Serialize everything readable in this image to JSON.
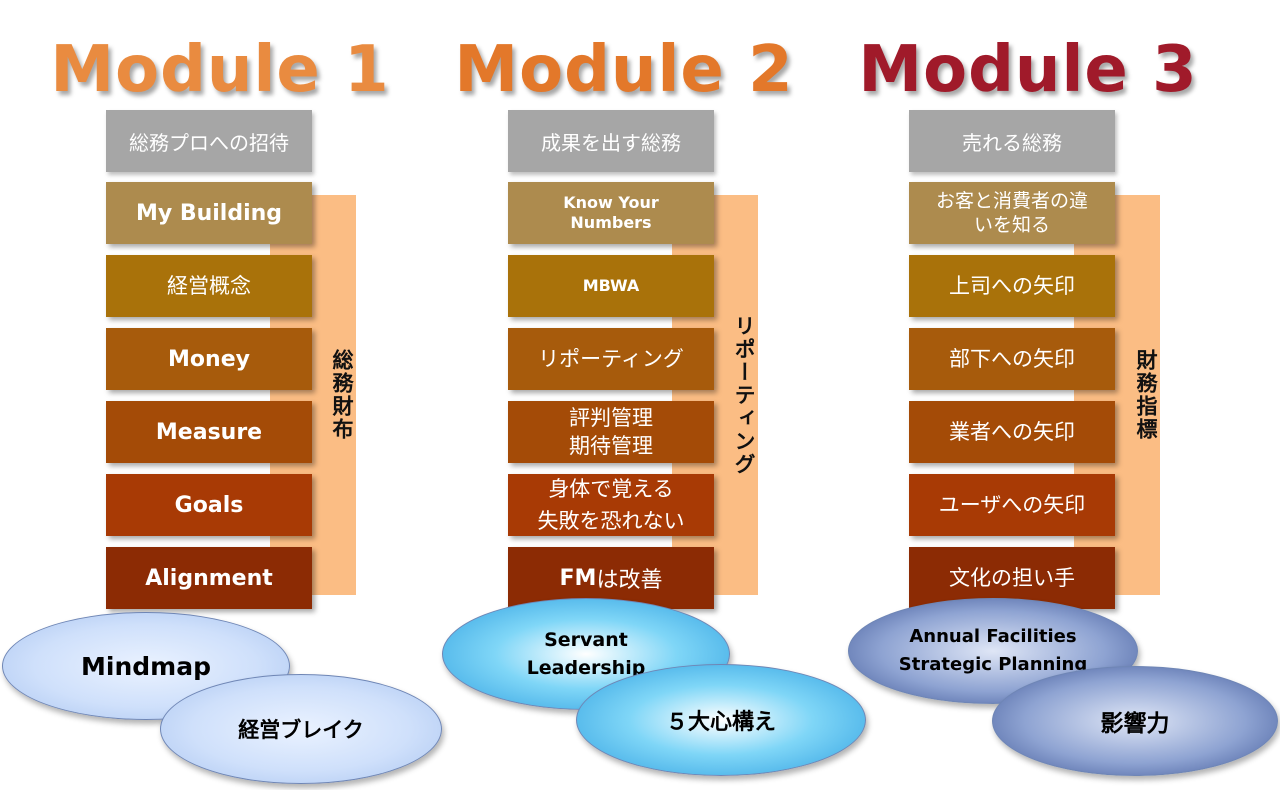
{
  "modules": [
    {
      "title": "Module 1",
      "title_color": "#e98b40",
      "header": "総務プロへの招待",
      "bracket_label": "総務財布",
      "items": [
        {
          "text": "My Building",
          "color": "#ad8b4e"
        },
        {
          "text": "経営概念",
          "color": "#a9720a"
        },
        {
          "text": "Money",
          "color": "#a75b0c"
        },
        {
          "text": "Measure",
          "color": "#a44b07"
        },
        {
          "text": "Goals",
          "color": "#a83a05"
        },
        {
          "text": "Alignment",
          "color": "#8c2b04"
        }
      ],
      "ellipses": [
        "Mindmap",
        "経営ブレイク"
      ]
    },
    {
      "title": "Module 2",
      "title_color": "#e3782a",
      "header": "成果を出す総務",
      "bracket_label": "リポーティング",
      "items": [
        {
          "text": "Know Your\nNumbers",
          "color": "#ad8b4e"
        },
        {
          "text": "MBWA",
          "color": "#a9720a"
        },
        {
          "text": "リポーティング",
          "color": "#a75b0c"
        },
        {
          "text": "評判管理\n期待管理",
          "color": "#a44b07"
        },
        {
          "text": "身体で覚える\n失敗を恐れない",
          "color": "#a83a05"
        },
        {
          "bold": "FM",
          "text": "は改善",
          "color": "#8c2b04"
        }
      ],
      "ellipses": [
        "Servant\nLeadership",
        "５大心構え"
      ]
    },
    {
      "title": "Module 3",
      "title_color": "#a01a2a",
      "header": "売れる総務",
      "bracket_label": "財務指標",
      "items": [
        {
          "text": "お客と消費者の違\nいを知る",
          "color": "#ad8b4e"
        },
        {
          "text": "上司への矢印",
          "color": "#a9720a"
        },
        {
          "text": "部下への矢印",
          "color": "#a75b0c"
        },
        {
          "text": "業者への矢印",
          "color": "#a44b07"
        },
        {
          "text": "ユーザへの矢印",
          "color": "#a83a05"
        },
        {
          "text": "文化の担い手",
          "color": "#8c2b04"
        }
      ],
      "ellipses": [
        "Annual Facilities\nStrategic Planning",
        "影響力"
      ]
    }
  ]
}
